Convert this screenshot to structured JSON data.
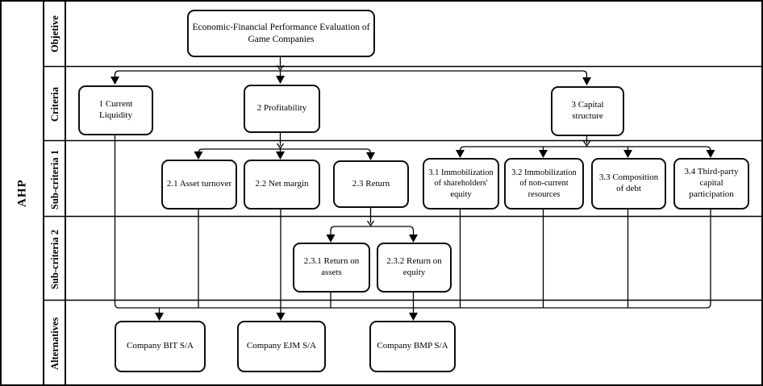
{
  "diagram": {
    "method_label": "AHP",
    "rows": {
      "objetive": "Objetive",
      "criteria": "Criteria",
      "subcriteria1": "Sub-criteria 1",
      "subcriteria2": "Sub-criteria 2",
      "alternatives": "Alternatives"
    },
    "nodes": {
      "goal": {
        "label": "Economic-Financial Performance Evaluation of Game Companies"
      },
      "c1": {
        "label": "1 Current Liquidity"
      },
      "c2": {
        "label": "2 Profitability"
      },
      "c3": {
        "label": "3 Capital structure"
      },
      "s21": {
        "label": "2.1 Asset turnover"
      },
      "s22": {
        "label": "2.2 Net margin"
      },
      "s23": {
        "label": "2.3 Return"
      },
      "s31": {
        "label": "3.1 Immobilization of shareholders' equity"
      },
      "s32": {
        "label": "3.2 Immobilization of non-current resources"
      },
      "s33": {
        "label": "3.3 Composition of debt"
      },
      "s34": {
        "label": "3.4 Third-party capital participation"
      },
      "s231": {
        "label": "2.3.1 Return on assets"
      },
      "s232": {
        "label": "2.3.2 Return on equity"
      },
      "a1": {
        "label": "Company BIT S/A"
      },
      "a2": {
        "label": "Company EJM S/A"
      },
      "a3": {
        "label": "Company BMP S/A"
      }
    },
    "colors": {
      "line": "#000000",
      "background": "#ffffff"
    }
  }
}
